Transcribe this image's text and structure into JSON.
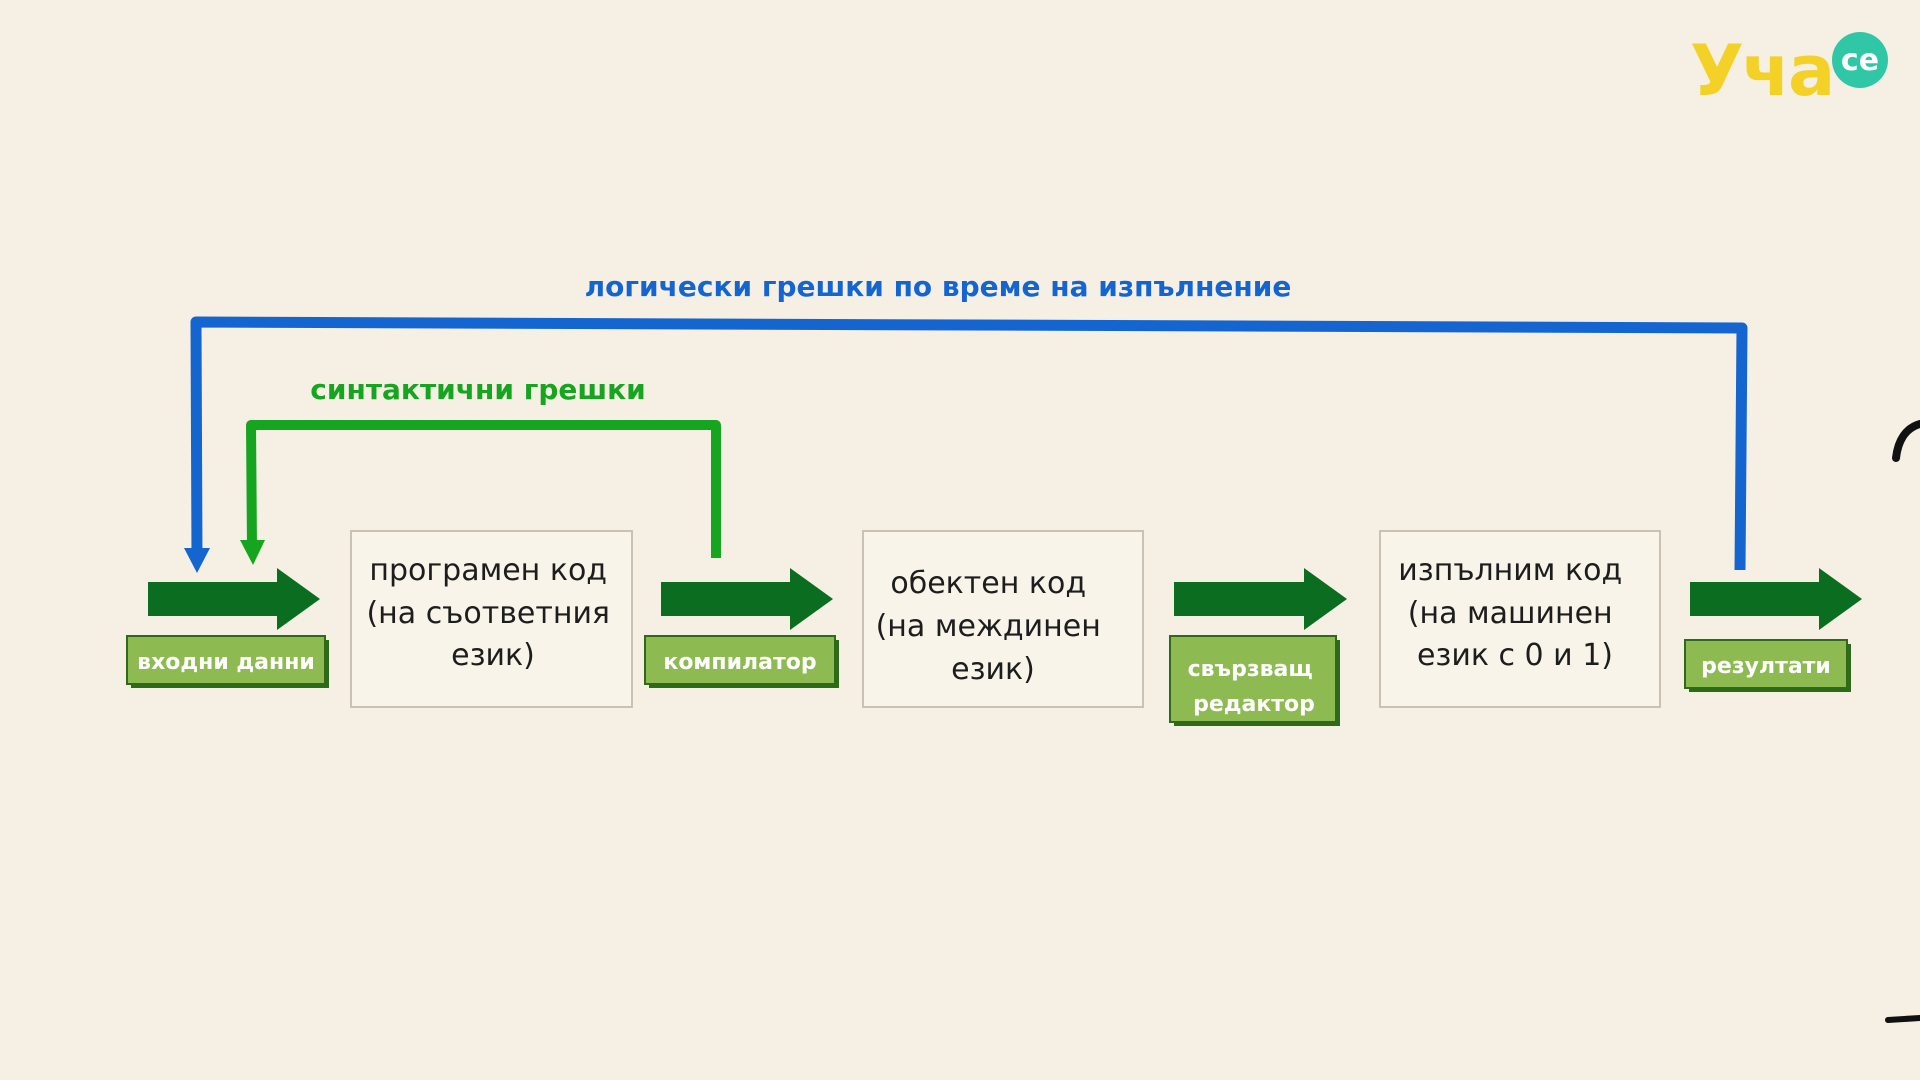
{
  "logo": {
    "word": "Уча",
    "bubble": "се"
  },
  "feedback": {
    "logical": "логически грешки по време на изпълнение",
    "syntax": "синтактични грешки"
  },
  "boxes": [
    {
      "lines": [
        "програмен код",
        "(на съответния",
        "език)"
      ]
    },
    {
      "lines": [
        "обектен код",
        "(на междинен",
        "език)"
      ]
    },
    {
      "lines": [
        "изпълним код",
        "(на машинен",
        "език с 0 и 1)"
      ]
    }
  ],
  "tags": [
    {
      "lines": [
        "входни данни"
      ]
    },
    {
      "lines": [
        "компилатор"
      ]
    },
    {
      "lines": [
        "свързващ",
        "редактор"
      ]
    },
    {
      "lines": [
        "резултати"
      ]
    }
  ],
  "colors": {
    "background": "#f6f0e4",
    "arrow": "#0a6d1f",
    "tag_fill": "#8dbb52",
    "tag_border": "#2f6a1a",
    "syntax_loop": "#16a51e",
    "logical_loop": "#1565d0",
    "box_border": "#c9c2b4",
    "logo_word": "#f4d126",
    "logo_bubble": "#30c7a6"
  }
}
